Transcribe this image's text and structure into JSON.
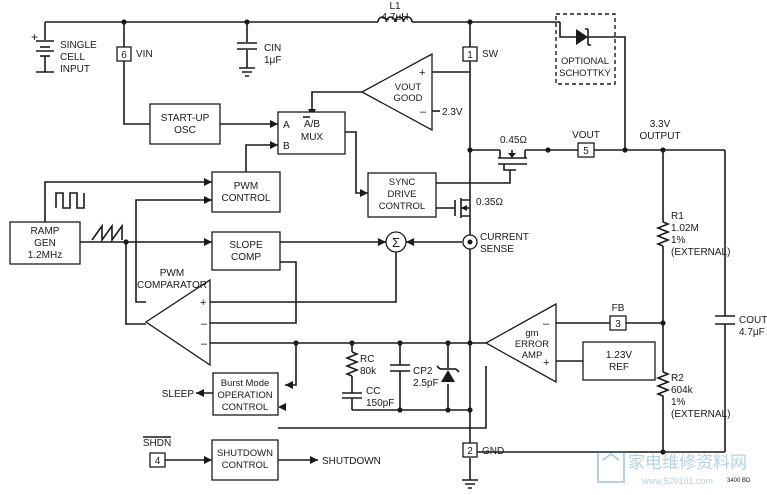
{
  "input": {
    "line1": "SINGLE",
    "line2": "CELL",
    "line3": "INPUT",
    "plus": "+"
  },
  "pins": {
    "vin": "6",
    "sw": "1",
    "vout": "5",
    "fb": "3",
    "gnd": "2",
    "shdn": "4"
  },
  "pin_labels": {
    "vin": "VIN",
    "sw": "SW",
    "vout": "VOUT",
    "fb": "FB",
    "gnd": "GND",
    "shdn": "SHDN"
  },
  "components": {
    "l1": {
      "name": "L1",
      "value": "4.7μH"
    },
    "cin": {
      "name": "CIN",
      "value": "1μF"
    },
    "schottky": {
      "line1": "OPTIONAL",
      "line2": "SCHOTTKY"
    },
    "output": {
      "voltage": "3.3V",
      "label": "OUTPUT"
    },
    "r1": {
      "name": "R1",
      "value": "1.02M",
      "tol": "1%",
      "note": "(EXTERNAL)"
    },
    "r2": {
      "name": "R2",
      "value": "604k",
      "tol": "1%",
      "note": "(EXTERNAL)"
    },
    "cout": {
      "name": "COUT",
      "value": "4.7μF"
    },
    "rc": {
      "name": "RC",
      "value": "80k"
    },
    "cc": {
      "name": "CC",
      "value": "150pF"
    },
    "cp2": {
      "name": "CP2",
      "value": "2.5pF"
    },
    "pmos": "0.45Ω",
    "nmos": "0.35Ω"
  },
  "blocks": {
    "startup": {
      "line1": "START-UP",
      "line2": "OSC"
    },
    "mux": {
      "title": "A/B",
      "sub": "MUX",
      "a": "A",
      "b": "B"
    },
    "vout_good": {
      "line1": "VOUT",
      "line2": "GOOD",
      "ref": "2.3V",
      "plus": "+",
      "minus": "–"
    },
    "pwm_control": {
      "line1": "PWM",
      "line2": "CONTROL"
    },
    "sync_drive": {
      "line1": "SYNC",
      "line2": "DRIVE",
      "line3": "CONTROL"
    },
    "ramp_gen": {
      "line1": "RAMP",
      "line2": "GEN",
      "line3": "1.2MHz"
    },
    "slope_comp": {
      "line1": "SLOPE",
      "line2": "COMP"
    },
    "sum": "Σ",
    "current_sense": {
      "line1": "CURRENT",
      "line2": "SENSE"
    },
    "pwm_comparator": {
      "line1": "PWM",
      "line2": "COMPARATOR",
      "plus": "+",
      "minus1": "–",
      "minus2": "–"
    },
    "error_amp": {
      "line1": "gm",
      "line2": "ERROR",
      "line3": "AMP",
      "plus": "+",
      "minus": "–"
    },
    "ref": {
      "line1": "1.23V",
      "line2": "REF"
    },
    "burst": {
      "line1": "Burst Mode",
      "line2": "OPERATION",
      "line3": "CONTROL",
      "sleep": "SLEEP"
    },
    "shutdown": {
      "line1": "SHUTDOWN",
      "line2": "CONTROL",
      "out": "SHUTDOWN"
    }
  },
  "footer": {
    "figure_id": "3400 BD",
    "watermark": "家电维修资料网",
    "watermark_url": "www.520101.com"
  }
}
